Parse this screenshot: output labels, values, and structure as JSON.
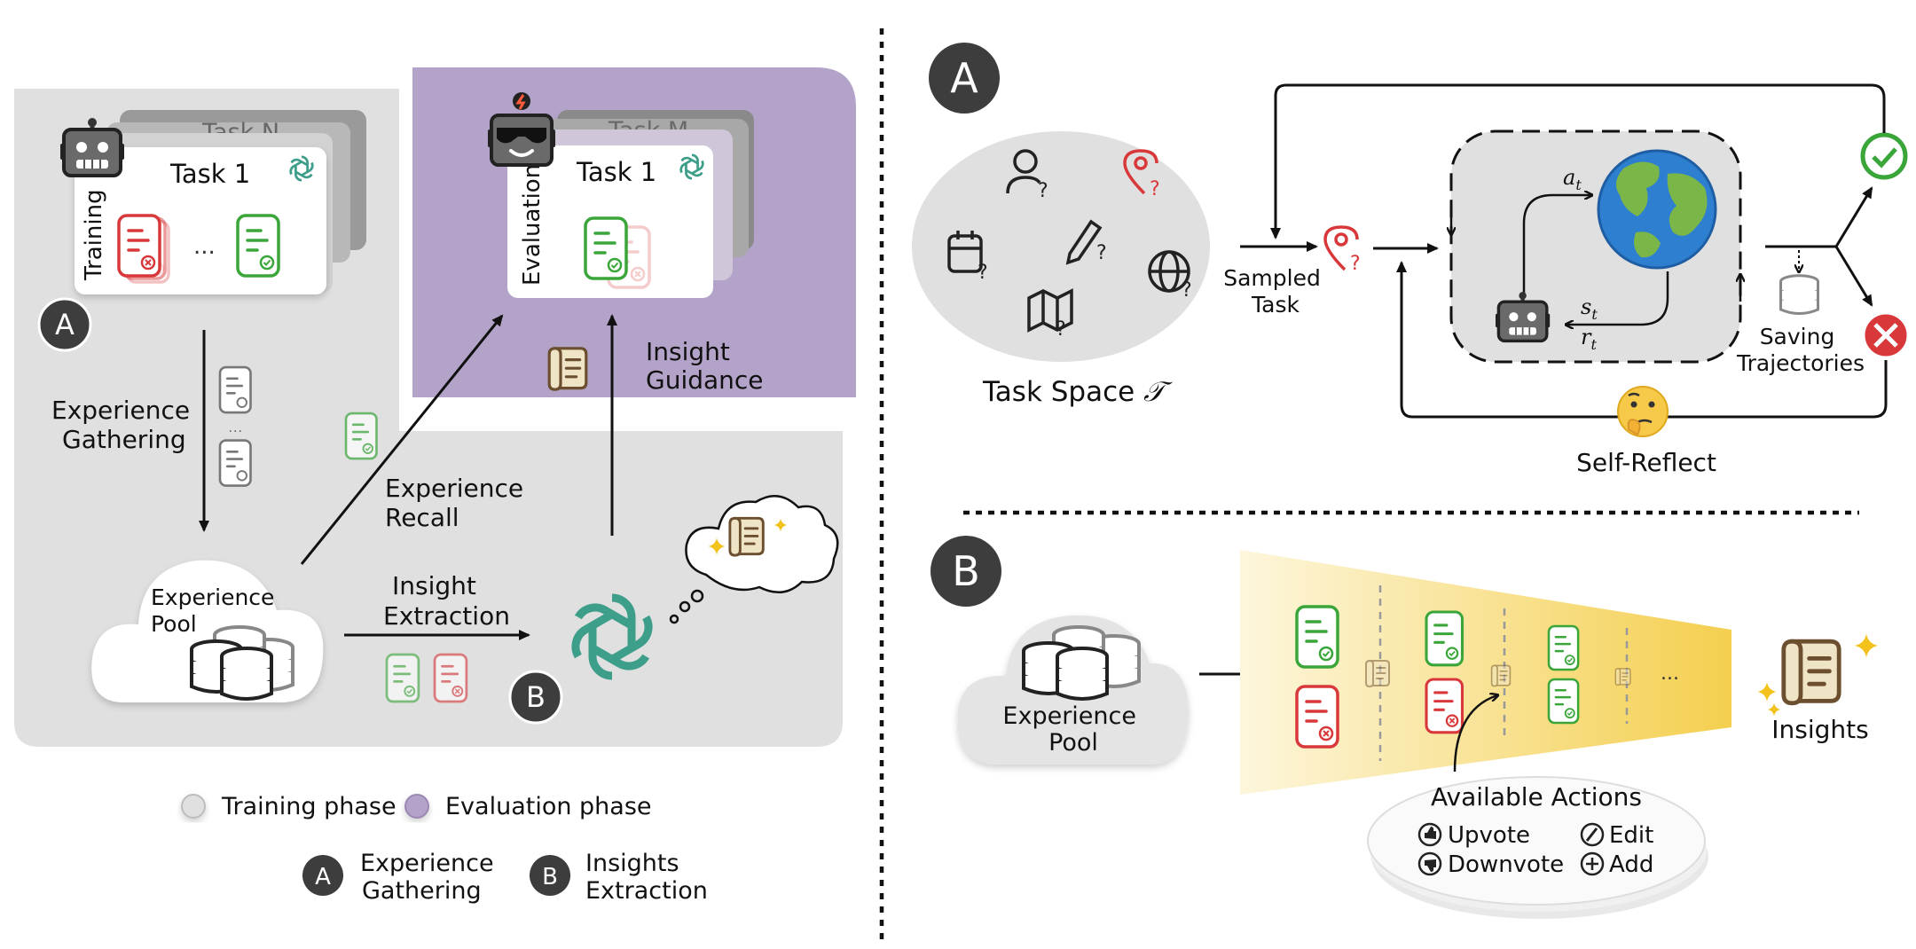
{
  "left": {
    "back_task_training": "Task N",
    "front_task_training": "Task 1",
    "training_label": "Training",
    "ellipsis": "...",
    "back_task_eval": "Task M",
    "front_task_eval": "Task 1",
    "evaluation_label": "Evaluation",
    "badge_a": "A",
    "badge_b": "B",
    "experience_gathering": [
      "Experience",
      "Gathering"
    ],
    "experience_pool": [
      "Experience",
      "Pool"
    ],
    "experience_recall": [
      "Experience",
      "Recall"
    ],
    "insight_extraction": [
      "Insight",
      "Extraction"
    ],
    "insight_guidance": [
      "Insight",
      "Guidance"
    ]
  },
  "legend": {
    "training_phase": "Training phase",
    "evaluation_phase": "Evaluation phase",
    "a_badge": "A",
    "a_label": [
      "Experience",
      "Gathering"
    ],
    "b_badge": "B",
    "b_label": [
      "Insights",
      "Extraction"
    ]
  },
  "right_a": {
    "badge": "A",
    "task_space_prefix": "Task Space ",
    "task_space_symbol": "𝒯",
    "sampled_task": [
      "Sampled",
      "Task"
    ],
    "a_t": "a",
    "a_t_sub": "t",
    "s_t": "s",
    "s_t_sub": "t",
    "r_t": "r",
    "r_t_sub": "t",
    "saving_trajectories": [
      "Saving",
      "Trajectories"
    ],
    "self_reflect": "Self-Reflect"
  },
  "right_b": {
    "badge": "B",
    "experience_pool": [
      "Experience",
      "Pool"
    ],
    "ellipsis": "...",
    "insights": "Insights",
    "actions_title": "Available Actions",
    "actions": [
      "Upvote",
      "Edit",
      "Downvote",
      "Add"
    ]
  },
  "colors": {
    "training_bg": "#e0e0e0",
    "evaluation_bg": "#b3a3c8",
    "success_green": "#3aa63a",
    "fail_red": "#d9383a",
    "gpt_teal": "#3d9e8a",
    "scroll_brown": "#7a5a36",
    "funnel_gold": "#f5d35c"
  },
  "icons": [
    "robot-icon",
    "sunglasses-robot-icon",
    "openai-logo-icon",
    "trajectory-doc-icon",
    "scroll-icon",
    "database-icon",
    "cloud-icon",
    "earth-icon",
    "check-circle-icon",
    "x-circle-icon",
    "thinking-face-icon",
    "location-pin-icon",
    "user-icon",
    "calendar-icon",
    "pencil-icon",
    "globe-icon",
    "map-icon",
    "sparkle-icon",
    "thumbs-up-icon",
    "thumbs-down-icon",
    "pencil-circle-icon",
    "plus-circle-icon"
  ]
}
